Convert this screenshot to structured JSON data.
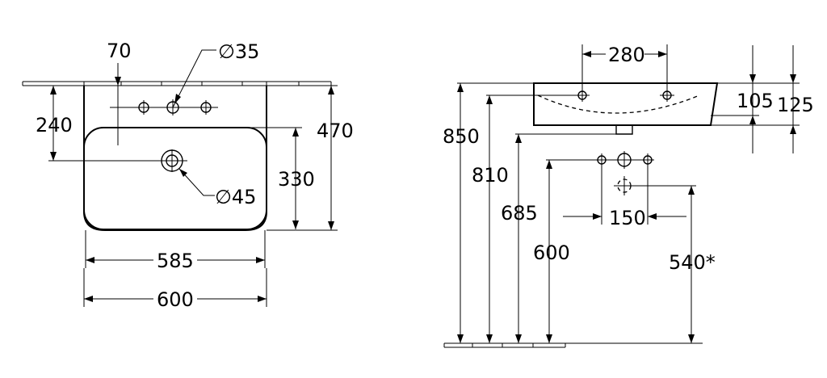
{
  "top_view": {
    "dim_70": "70",
    "dim_dia35": "∅35",
    "dim_240": "240",
    "dim_470": "470",
    "dim_330": "330",
    "dim_dia45": "∅45",
    "dim_585": "585",
    "dim_600": "600"
  },
  "side_view": {
    "dim_280": "280",
    "dim_105": "105",
    "dim_125": "125",
    "dim_850": "850",
    "dim_810": "810",
    "dim_685": "685",
    "dim_600": "600",
    "dim_150": "150",
    "dim_540": "540*"
  }
}
